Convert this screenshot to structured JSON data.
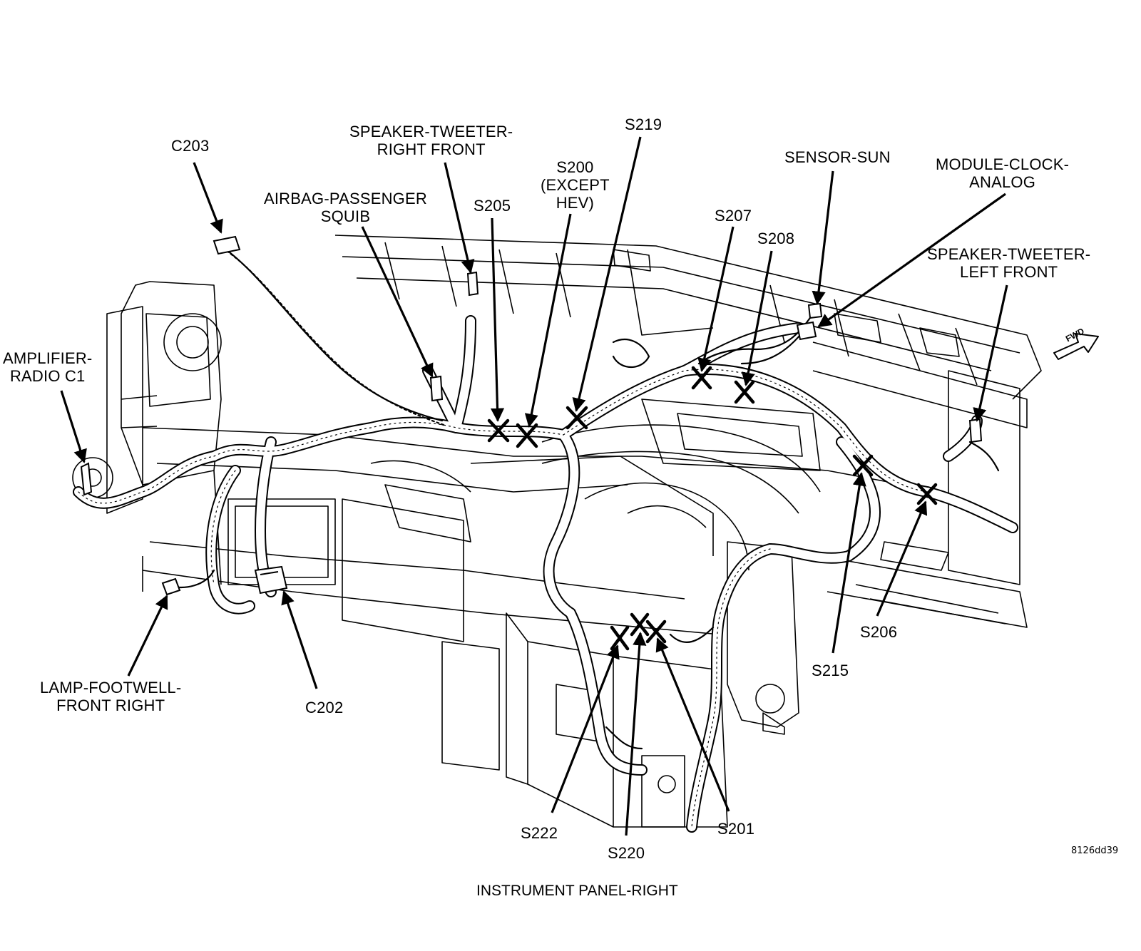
{
  "labels": {
    "c203": "C203",
    "speaker_tweeter_rf": [
      "SPEAKER-TWEETER-",
      "RIGHT FRONT"
    ],
    "s219": "S219",
    "s200": [
      "S200",
      "(EXCEPT",
      "HEV)"
    ],
    "airbag_passenger_squib": [
      "AIRBAG-PASSENGER",
      "SQUIB"
    ],
    "s205": "S205",
    "sensor_sun": "SENSOR-SUN",
    "module_clock_analog": [
      "MODULE-CLOCK-",
      "ANALOG"
    ],
    "s207": "S207",
    "s208": "S208",
    "speaker_tweeter_lf": [
      "SPEAKER-TWEETER-",
      "LEFT FRONT"
    ],
    "amplifier_radio_c1": [
      "AMPLIFIER-",
      "RADIO C1"
    ],
    "lamp_footwell_fr": [
      "LAMP-FOOTWELL-",
      "FRONT RIGHT"
    ],
    "c202": "C202",
    "s206": "S206",
    "s215": "S215",
    "s222": "S222",
    "s220": "S220",
    "s201": "S201"
  },
  "fwd_marker": "FWD",
  "figure_ref": "8126dd39",
  "caption": "INSTRUMENT PANEL-RIGHT",
  "colors": {
    "ink": "#000000",
    "background": "#ffffff"
  }
}
